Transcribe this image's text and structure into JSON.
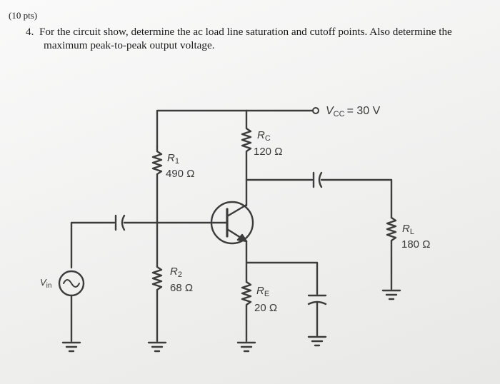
{
  "header": {
    "points": "(10 pts)"
  },
  "question": {
    "number": "4.",
    "line1": "For the circuit show, determine the ac load line saturation and cutoff points. Also determine the",
    "line2": "maximum peak-to-peak output voltage."
  },
  "circuit": {
    "vcc": {
      "name": "V",
      "sub": "CC",
      "value": "= 30 V"
    },
    "rc": {
      "name": "R",
      "sub": "C",
      "value": "120 Ω"
    },
    "r1": {
      "name": "R",
      "sub": "1",
      "value": "490 Ω"
    },
    "r2": {
      "name": "R",
      "sub": "2",
      "value": "68 Ω"
    },
    "re": {
      "name": "R",
      "sub": "E",
      "value": "20 Ω"
    },
    "rl": {
      "name": "R",
      "sub": "L",
      "value": "180 Ω"
    },
    "vin": {
      "name": "V",
      "sub": "in"
    }
  }
}
